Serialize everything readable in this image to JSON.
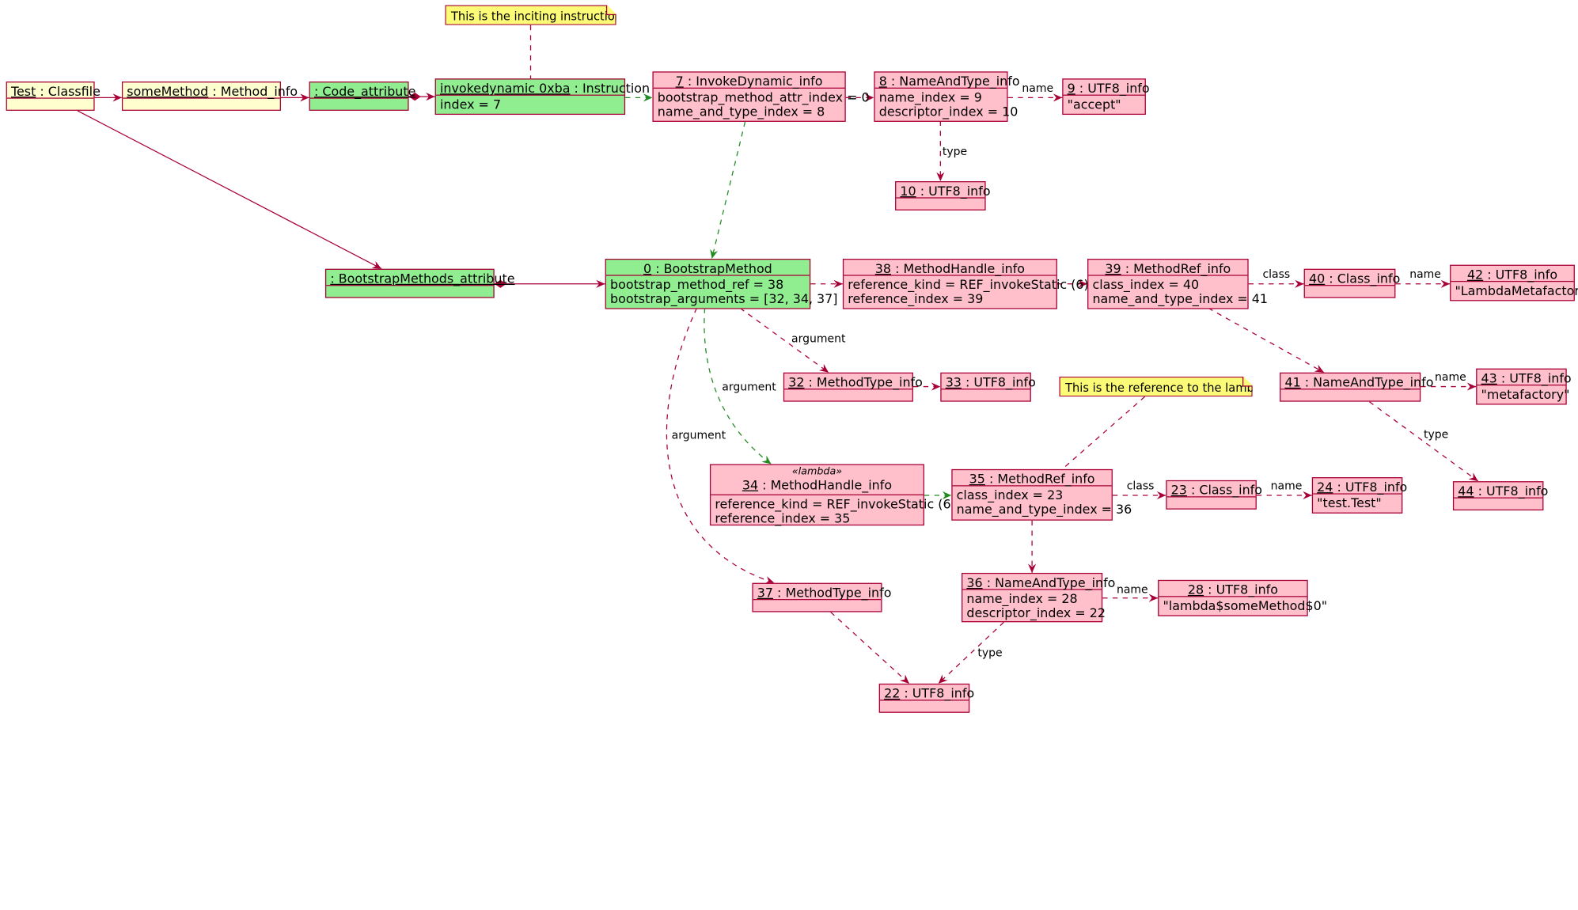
{
  "objects": {
    "test": {
      "id": "Test",
      "type": " : Classfile",
      "fields": []
    },
    "somemethod": {
      "id": "someMethod",
      "type": " : Method_info",
      "fields": []
    },
    "code": {
      "id": ": Code_attribute",
      "type": "",
      "fields": []
    },
    "invoke": {
      "id": "invokedynamic 0xba",
      "type": " : Instruction",
      "fields": [
        "index = 7"
      ]
    },
    "o7": {
      "id": "7",
      "type": " : InvokeDynamic_info",
      "fields": [
        "bootstrap_method_attr_index = 0",
        "name_and_type_index = 8"
      ]
    },
    "o8": {
      "id": "8",
      "type": " : NameAndType_info",
      "fields": [
        "name_index = 9",
        "descriptor_index = 10"
      ]
    },
    "o9": {
      "id": "9",
      "type": " : UTF8_info",
      "fields": [
        "\"accept\""
      ]
    },
    "o10": {
      "id": "10",
      "type": " : UTF8_info",
      "fields": []
    },
    "bsattr": {
      "id": ": BootstrapMethods_attribute",
      "type": "",
      "fields": []
    },
    "o0": {
      "id": "0",
      "type": " : BootstrapMethod",
      "fields": [
        "bootstrap_method_ref = 38",
        "bootstrap_arguments = [32, 34, 37]"
      ]
    },
    "o38": {
      "id": "38",
      "type": " : MethodHandle_info",
      "fields": [
        "reference_kind = REF_invokeStatic (6)",
        "reference_index = 39"
      ]
    },
    "o39": {
      "id": "39",
      "type": " : MethodRef_info",
      "fields": [
        "class_index = 40",
        "name_and_type_index = 41"
      ]
    },
    "o40": {
      "id": "40",
      "type": " : Class_info",
      "fields": []
    },
    "o42": {
      "id": "42",
      "type": " : UTF8_info",
      "fields": [
        "\"LambdaMetafactory\""
      ]
    },
    "o32": {
      "id": "32",
      "type": " : MethodType_info",
      "fields": []
    },
    "o33": {
      "id": "33",
      "type": " : UTF8_info",
      "fields": []
    },
    "o41": {
      "id": "41",
      "type": " : NameAndType_info",
      "fields": []
    },
    "o43": {
      "id": "43",
      "type": " : UTF8_info",
      "fields": [
        "\"metafactory\""
      ]
    },
    "o44": {
      "id": "44",
      "type": " : UTF8_info",
      "fields": []
    },
    "o34": {
      "id": "34",
      "type": " : MethodHandle_info",
      "stereotype": "«lambda»",
      "fields": [
        "reference_kind = REF_invokeStatic (6)",
        "reference_index = 35"
      ]
    },
    "o35": {
      "id": "35",
      "type": " : MethodRef_info",
      "fields": [
        "class_index = 23",
        "name_and_type_index = 36"
      ]
    },
    "o23": {
      "id": "23",
      "type": " : Class_info",
      "fields": []
    },
    "o24": {
      "id": "24",
      "type": " : UTF8_info",
      "fields": [
        "\"test.Test\""
      ]
    },
    "o37": {
      "id": "37",
      "type": " : MethodType_info",
      "fields": []
    },
    "o36": {
      "id": "36",
      "type": " : NameAndType_info",
      "fields": [
        "name_index = 28",
        "descriptor_index = 22"
      ]
    },
    "o28": {
      "id": "28",
      "type": " : UTF8_info",
      "fields": [
        "\"lambda$someMethod$0\""
      ]
    },
    "o22": {
      "id": "22",
      "type": " : UTF8_info",
      "fields": []
    }
  },
  "notes": {
    "inciting": "This is the inciting instruction.",
    "lambda_ref": "This is the reference to the lambda."
  },
  "edge_labels": {
    "name_8_9": "name",
    "type_8_10": "type",
    "class_39_40": "class",
    "name_40_42": "name",
    "argument_0_32": "argument",
    "argument_0_34": "argument",
    "argument_0_37": "argument",
    "name_41_43": "name",
    "type_41_44": "type",
    "class_35_23": "class",
    "name_23_24": "name",
    "name_36_28": "name",
    "type_36_22": "type"
  },
  "colors": {
    "border": "#A80036",
    "cream": "#FEFECE",
    "pink": "#FFC0CB",
    "green": "#90EE90",
    "note": "#FBFB77",
    "green_link": "#228B22"
  }
}
